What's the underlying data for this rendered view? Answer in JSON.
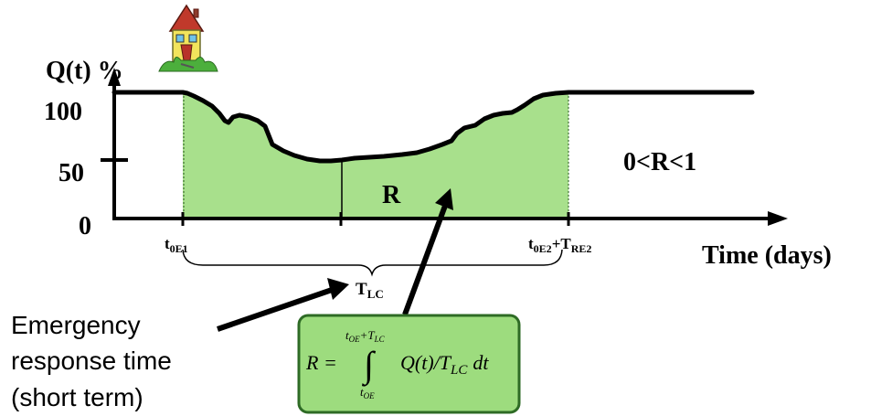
{
  "colors": {
    "fill": "#a8e08c",
    "box_fill": "#9ddc7e",
    "box_stroke": "#2e6b25",
    "ink": "#000000"
  },
  "icon": "house-icon",
  "y_axis": {
    "label": "Q(t) %",
    "ticks": [
      "100",
      "50",
      "0"
    ]
  },
  "x_axis": {
    "label": "Time (days)",
    "ticks": {
      "start_main": "t",
      "start_sub": "0E1",
      "end_main": "t",
      "end_sub": "0E2",
      "end_plus": "+T",
      "end_sub2": "RE2"
    }
  },
  "region_label": "R",
  "range_label": "0<R<1",
  "brace_label": {
    "main": "T",
    "sub": "LC"
  },
  "note": {
    "line1": "Emergency",
    "line2": "response time",
    "line3": "(short term)"
  },
  "formula": {
    "lhs": "R =",
    "upper": "t",
    "upper_sub": "OE",
    "upper_plus": "+T",
    "upper_sub2": "LC",
    "lower": "t",
    "lower_sub": "OE",
    "integral": "∫",
    "body": "Q(t)/T",
    "body_sub": "LC",
    "dt": "dt"
  }
}
